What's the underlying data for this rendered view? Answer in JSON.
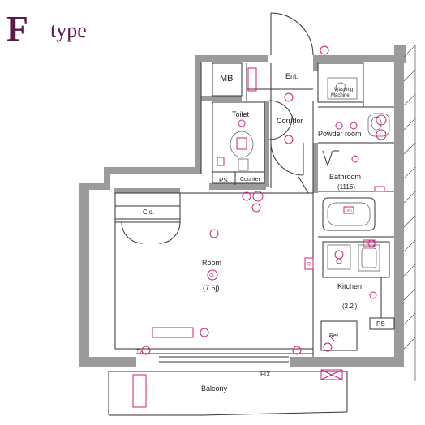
{
  "plan": {
    "letter": "F",
    "type_word": "type",
    "letter_color": "#5b1a4a",
    "equipment_color": "#d0207a",
    "wall_color": "#9b9b9b"
  },
  "rooms": {
    "mb": "MB",
    "entrance": "Ent.",
    "corridor": "Corridor",
    "toilet": "Toilet",
    "ps_left": "PS",
    "counter": "Counter",
    "powder_room": "Powder room",
    "washing_1": "Washing",
    "washing_2": "Machine",
    "bathroom": "Bathroom",
    "bathroom_size": "(1116)",
    "closet": "Clo.",
    "room": "Room",
    "room_cl": "CL",
    "room_size": "(7.5j)",
    "kitchen": "Kitchen",
    "kitchen_size": "(2.2j)",
    "ps_right": "PS",
    "ref": "Ref.",
    "fix": "FIX",
    "balcony": "Balcony",
    "r_mark": "R",
    "tv": "TV"
  }
}
